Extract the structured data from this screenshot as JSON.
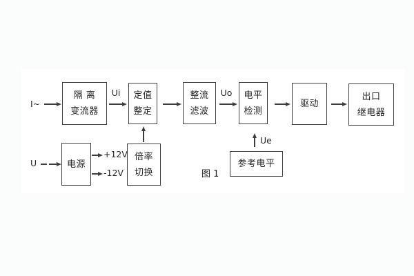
{
  "figure": {
    "caption": "图 1",
    "page_bg": "#fbfcfc",
    "canvas_bg": "#ffffff",
    "line_color": "#3d3d3d",
    "text_color": "#262626"
  },
  "blocks": [
    {
      "name": "isolation-transformer",
      "line1": "隔 离",
      "line2": "变流器"
    },
    {
      "name": "setpoint-adjust",
      "line1": "定值",
      "line2": "整定"
    },
    {
      "name": "rectify-filter",
      "line1": "整流",
      "line2": "滤波"
    },
    {
      "name": "level-detect",
      "line1": "电平",
      "line2": "检测"
    },
    {
      "name": "drive",
      "line1": "驱动"
    },
    {
      "name": "output-relay",
      "line1": "出口",
      "line2": "继电器"
    },
    {
      "name": "power-supply",
      "line1": "电源"
    },
    {
      "name": "ratio-switch",
      "line1": "倍率",
      "line2": "切换"
    },
    {
      "name": "reference-level",
      "line1": "参考电平"
    }
  ],
  "labels": {
    "input_current": "I~",
    "input_voltage": "U",
    "ui": "Ui",
    "uo": "Uo",
    "ue": "Ue",
    "plus_12v": "+12V",
    "minus_12v": "-12V"
  }
}
